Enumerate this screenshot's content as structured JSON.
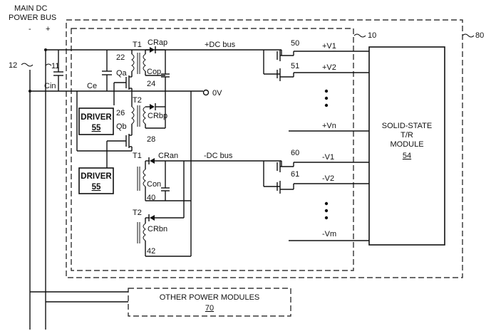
{
  "labels": {
    "main_dc_l1": "MAIN DC",
    "main_dc_l2": "POWER BUS",
    "minus": "-",
    "plus": "+",
    "ref_12": "12",
    "ref_11": "11",
    "ref_10": "10",
    "ref_80": "80",
    "cin": "Cin",
    "ce": "Ce",
    "t1_top": "T1",
    "t2_mid": "T2",
    "t1_bot": "T1",
    "t2_bot": "T2",
    "crap": "CRap",
    "cop": "Cop",
    "crbp": "CRbp",
    "cran": "CRan",
    "con": "Con",
    "crbn": "CRbn",
    "qa": "Qa",
    "qb": "Qb",
    "n22": "22",
    "n24": "24",
    "n26": "26",
    "n28": "28",
    "n40": "40",
    "n42": "42",
    "dc_bus_pos": "+DC bus",
    "dc_bus_neg": "-DC bus",
    "zero_v": "0V",
    "n50": "50",
    "n51": "51",
    "n60": "60",
    "n61": "61",
    "v1": "+V1",
    "v2": "+V2",
    "vn": "+Vn",
    "nv1": "-V1",
    "nv2": "-V2",
    "vm": "-Vm"
  },
  "driver_top": {
    "title": "DRIVER",
    "ref": "55"
  },
  "driver_bottom": {
    "title": "DRIVER",
    "ref": "55"
  },
  "tr_module": {
    "line1": "SOLID-STATE",
    "line2": "T/R",
    "line3": "MODULE",
    "ref": "54"
  },
  "other_modules": {
    "title": "OTHER POWER MODULES",
    "ref": "70"
  }
}
